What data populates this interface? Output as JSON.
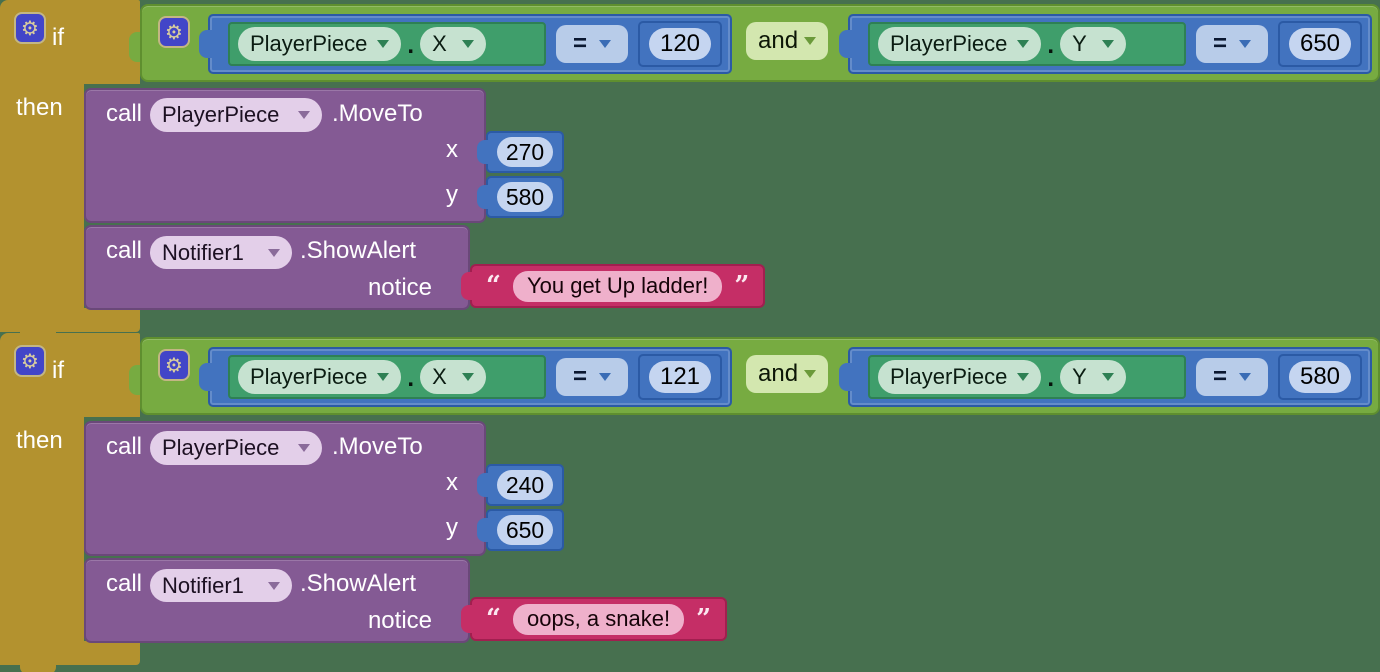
{
  "app": "App Inventor Blocks Editor",
  "canvas_background": "#47704f",
  "colors": {
    "if_block": "#b3922f",
    "logic_block": "#77ab41",
    "math_block": "#4273bf",
    "component_getter_block": "#3f9e6b",
    "method_call_block": "#845a94",
    "text_block": "#c52e66",
    "mutator_icon_background": "#4245c8"
  },
  "icons": {
    "gear": "⚙"
  },
  "rules": [
    {
      "keyword_if": "if",
      "keyword_then": "then",
      "logic_operator": "and",
      "conditions": [
        {
          "component": "PlayerPiece",
          "separator": ".",
          "property": "X",
          "operator": "=",
          "value": "120"
        },
        {
          "component": "PlayerPiece",
          "separator": ".",
          "property": "Y",
          "operator": "=",
          "value": "650"
        }
      ],
      "move_call": {
        "keyword": "call",
        "component": "PlayerPiece",
        "method": ".MoveTo",
        "params": [
          {
            "label": "x",
            "value": "270"
          },
          {
            "label": "y",
            "value": "580"
          }
        ]
      },
      "alert_call": {
        "keyword": "call",
        "component": "Notifier1",
        "method": ".ShowAlert",
        "param_label": "notice",
        "text": {
          "open_quote": "“",
          "value": "You get Up ladder!",
          "close_quote": "”"
        }
      }
    },
    {
      "keyword_if": "if",
      "keyword_then": "then",
      "logic_operator": "and",
      "conditions": [
        {
          "component": "PlayerPiece",
          "separator": ".",
          "property": "X",
          "operator": "=",
          "value": "121"
        },
        {
          "component": "PlayerPiece",
          "separator": ".",
          "property": "Y",
          "operator": "=",
          "value": "580"
        }
      ],
      "move_call": {
        "keyword": "call",
        "component": "PlayerPiece",
        "method": ".MoveTo",
        "params": [
          {
            "label": "x",
            "value": "240"
          },
          {
            "label": "y",
            "value": "650"
          }
        ]
      },
      "alert_call": {
        "keyword": "call",
        "component": "Notifier1",
        "method": ".ShowAlert",
        "param_label": "notice",
        "text": {
          "open_quote": "“",
          "value": "oops, a snake!",
          "close_quote": "”"
        }
      }
    }
  ]
}
